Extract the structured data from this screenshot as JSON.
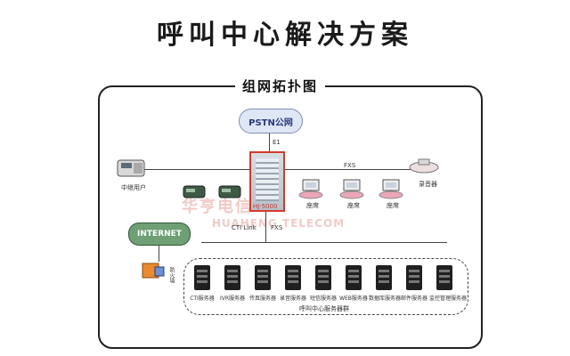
{
  "title": "呼叫中心解决方案",
  "subtitle": "组网拓扑图",
  "nodes": {
    "pstn": "PSTN公网",
    "e1": "E1",
    "pbx": "HJ-5000",
    "fxs_top": "FXS",
    "fxs_bottom": "FXS",
    "cti_link": "CTI Link",
    "internet": "INTERNET",
    "trunk_user": "中继用户",
    "seat_a": "座席",
    "seat_b": "座席",
    "seat_c": "座席",
    "recorder": "录音器",
    "firewall": "防火墙"
  },
  "servers": [
    "CTI服务器",
    "IVR服务器",
    "传真服务器",
    "录音服务器",
    "短信服务器",
    "WEB服务器",
    "数据库服务器",
    "邮件服务器",
    "监控管理服务器"
  ],
  "server_group_label": "呼叫中心服务器群",
  "watermark": {
    "line1": "华亨电信",
    "line2": "HUAHENG TELECOM"
  },
  "colors": {
    "accent_red": "#d23b2b",
    "internet_green": "#6f9f74",
    "pstn_blue": "#dfe6f6"
  }
}
